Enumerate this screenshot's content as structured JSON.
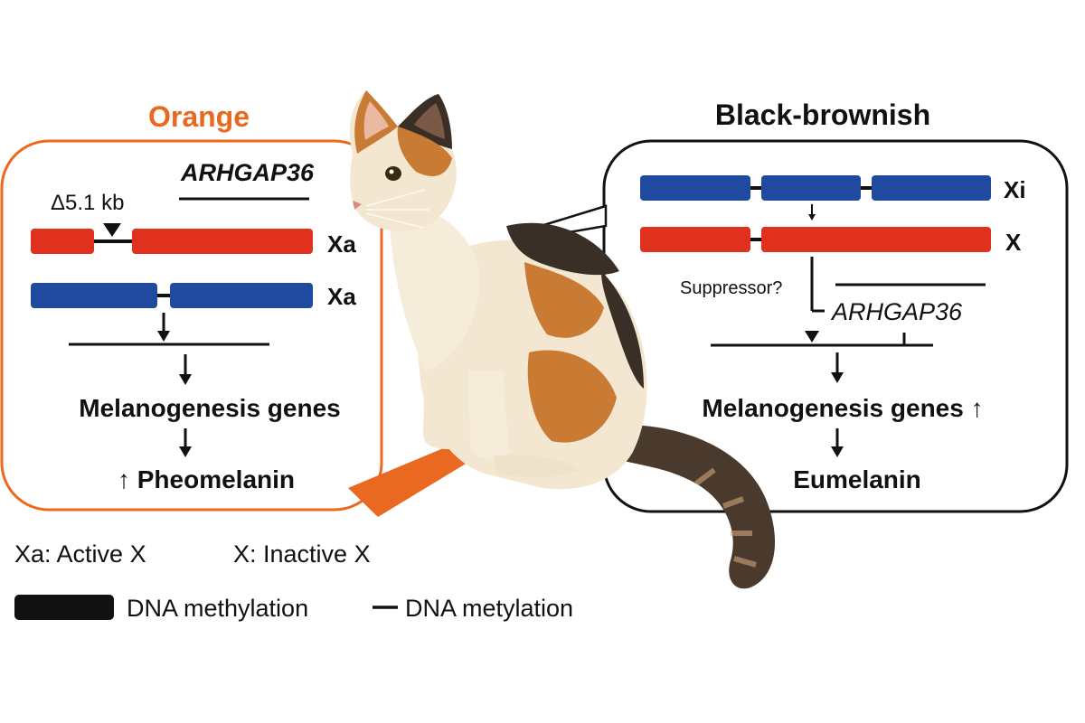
{
  "colors": {
    "orange_accent": "#e8691f",
    "chromosome_red": "#e0301e",
    "chromosome_blue": "#1f4aa0",
    "black": "#111111",
    "cat_orange": "#c97a33",
    "cat_cream": "#f4e7d1",
    "cat_black": "#3a2f27"
  },
  "left_panel": {
    "title": "Orange",
    "gene_label": "ARHGAP36",
    "deletion_label": "Δ5.1 kb",
    "xa_top": "Xa",
    "xa_bottom": "Xa",
    "genes_label": "Melanogenesis genes",
    "result_label": "↑ Pheomelanin"
  },
  "right_panel": {
    "title": "Black-brownish",
    "xi_label": "Xi",
    "x_label": "X",
    "suppressor_label": "Suppressor?",
    "gene_label": "ARHGAP36",
    "genes_label": "Melanogenesis genes ↑",
    "result_label": "Eumelanin"
  },
  "legend": {
    "active": "Xa: Active X",
    "inactive": "X: Inactive X",
    "thick_methylation": "DNA methylation",
    "thin_methylation": "DNA metylation"
  },
  "icons": {
    "cat": "calico-cat-illustration",
    "arrow": "down-arrow-icon",
    "deletion_marker": "triangle-marker-icon"
  }
}
